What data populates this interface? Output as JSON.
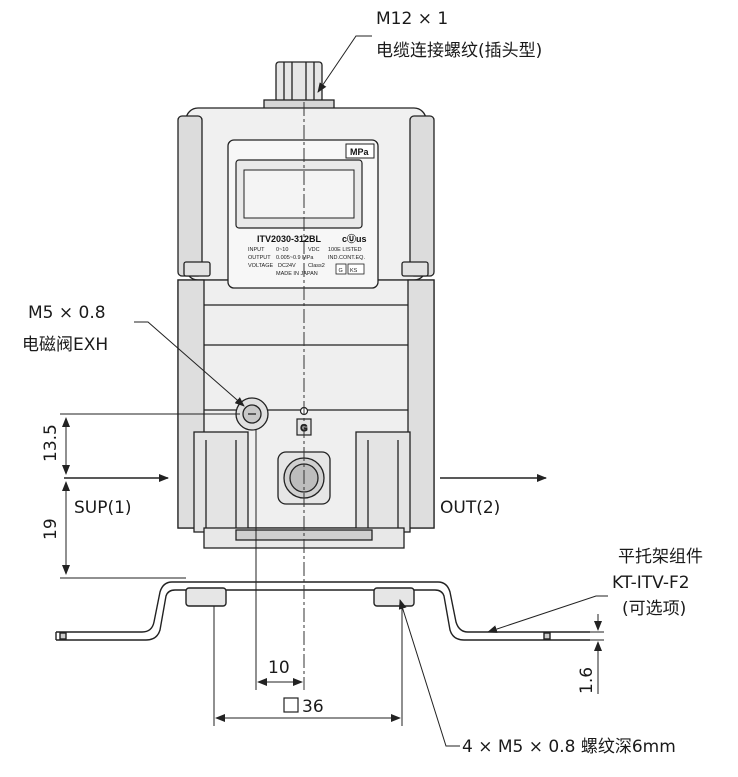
{
  "labels": {
    "cable": {
      "spec": "M12 × 1",
      "desc": "电缆连接螺纹(插头型)"
    },
    "solenoid": {
      "spec": "M5 × 0.8",
      "desc": "电磁阀EXH"
    },
    "sup": "SUP(1)",
    "out": "OUT(2)",
    "bracket": {
      "name": "平托架组件",
      "model": "KT-ITV-F2",
      "option": "(可选项)"
    },
    "mount": "4 × M5 × 0.8 螺纹深6mm"
  },
  "dimensions": {
    "d_13_5": "13.5",
    "d_19": "19",
    "d_10": "10",
    "d_36": "36",
    "d_1_6": "1.6"
  },
  "nameplate": {
    "unit": "MPa",
    "model": "ITV2030-312BL",
    "input_k": "INPUT",
    "input_v": "0~10",
    "input_u": "VDC",
    "output_k": "OUTPUT",
    "output_v": "0.005~0.9 MPa",
    "voltage_k": "VOLTAGE",
    "voltage_v": "DC24V",
    "origin": "MADE IN JAPAN",
    "listed": "100E LISTED",
    "ind": "IND.CONT.EQ.",
    "class": "Class2",
    "mark_g": "G",
    "mark_ks": "KS",
    "cert": "cⓊus"
  },
  "colors": {
    "line": "#222222",
    "shade": "#d9d9d9",
    "face": "#f2f2f2",
    "port": "#c8c8c8"
  }
}
